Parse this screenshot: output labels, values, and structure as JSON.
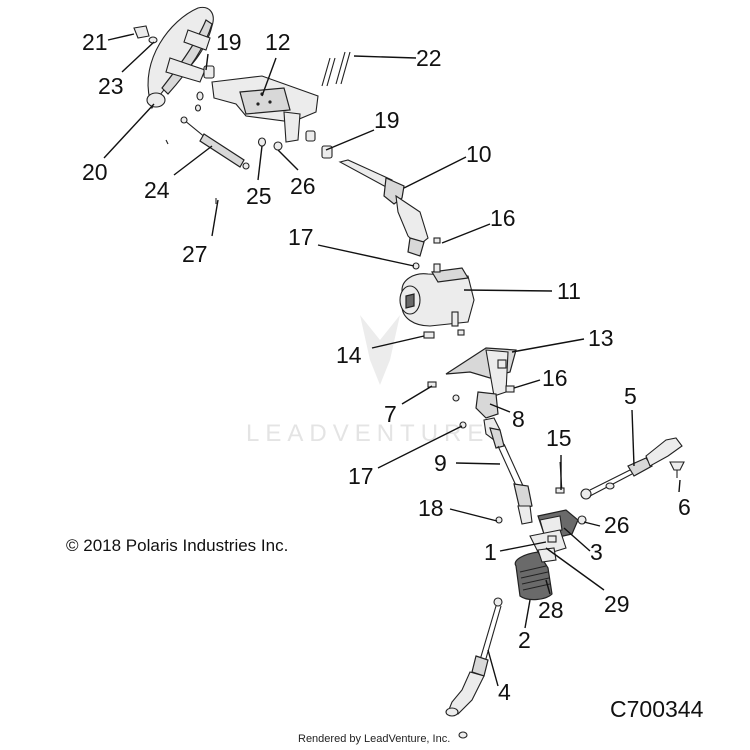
{
  "diagram": {
    "watermark": "LEADVENTURE",
    "copyright": "© 2018 Polaris Industries Inc.",
    "drawing_code": "C700344",
    "rendered_by": "Rendered by LeadVenture, Inc."
  },
  "callouts": {
    "c21": "21",
    "c23": "23",
    "c19a": "19",
    "c12": "12",
    "c22": "22",
    "c19b": "19",
    "c10": "10",
    "c20": "20",
    "c24": "24",
    "c25": "25",
    "c26a": "26",
    "c16a": "16",
    "c17a": "17",
    "c27": "27",
    "c11": "11",
    "c13": "13",
    "c14": "14",
    "c16b": "16",
    "c7": "7",
    "c8": "8",
    "c5": "5",
    "c15": "15",
    "c17b": "17",
    "c9": "9",
    "c6": "6",
    "c18": "18",
    "c26b": "26",
    "c1": "1",
    "c3": "3",
    "c28": "28",
    "c29": "29",
    "c2": "2",
    "c4": "4"
  }
}
